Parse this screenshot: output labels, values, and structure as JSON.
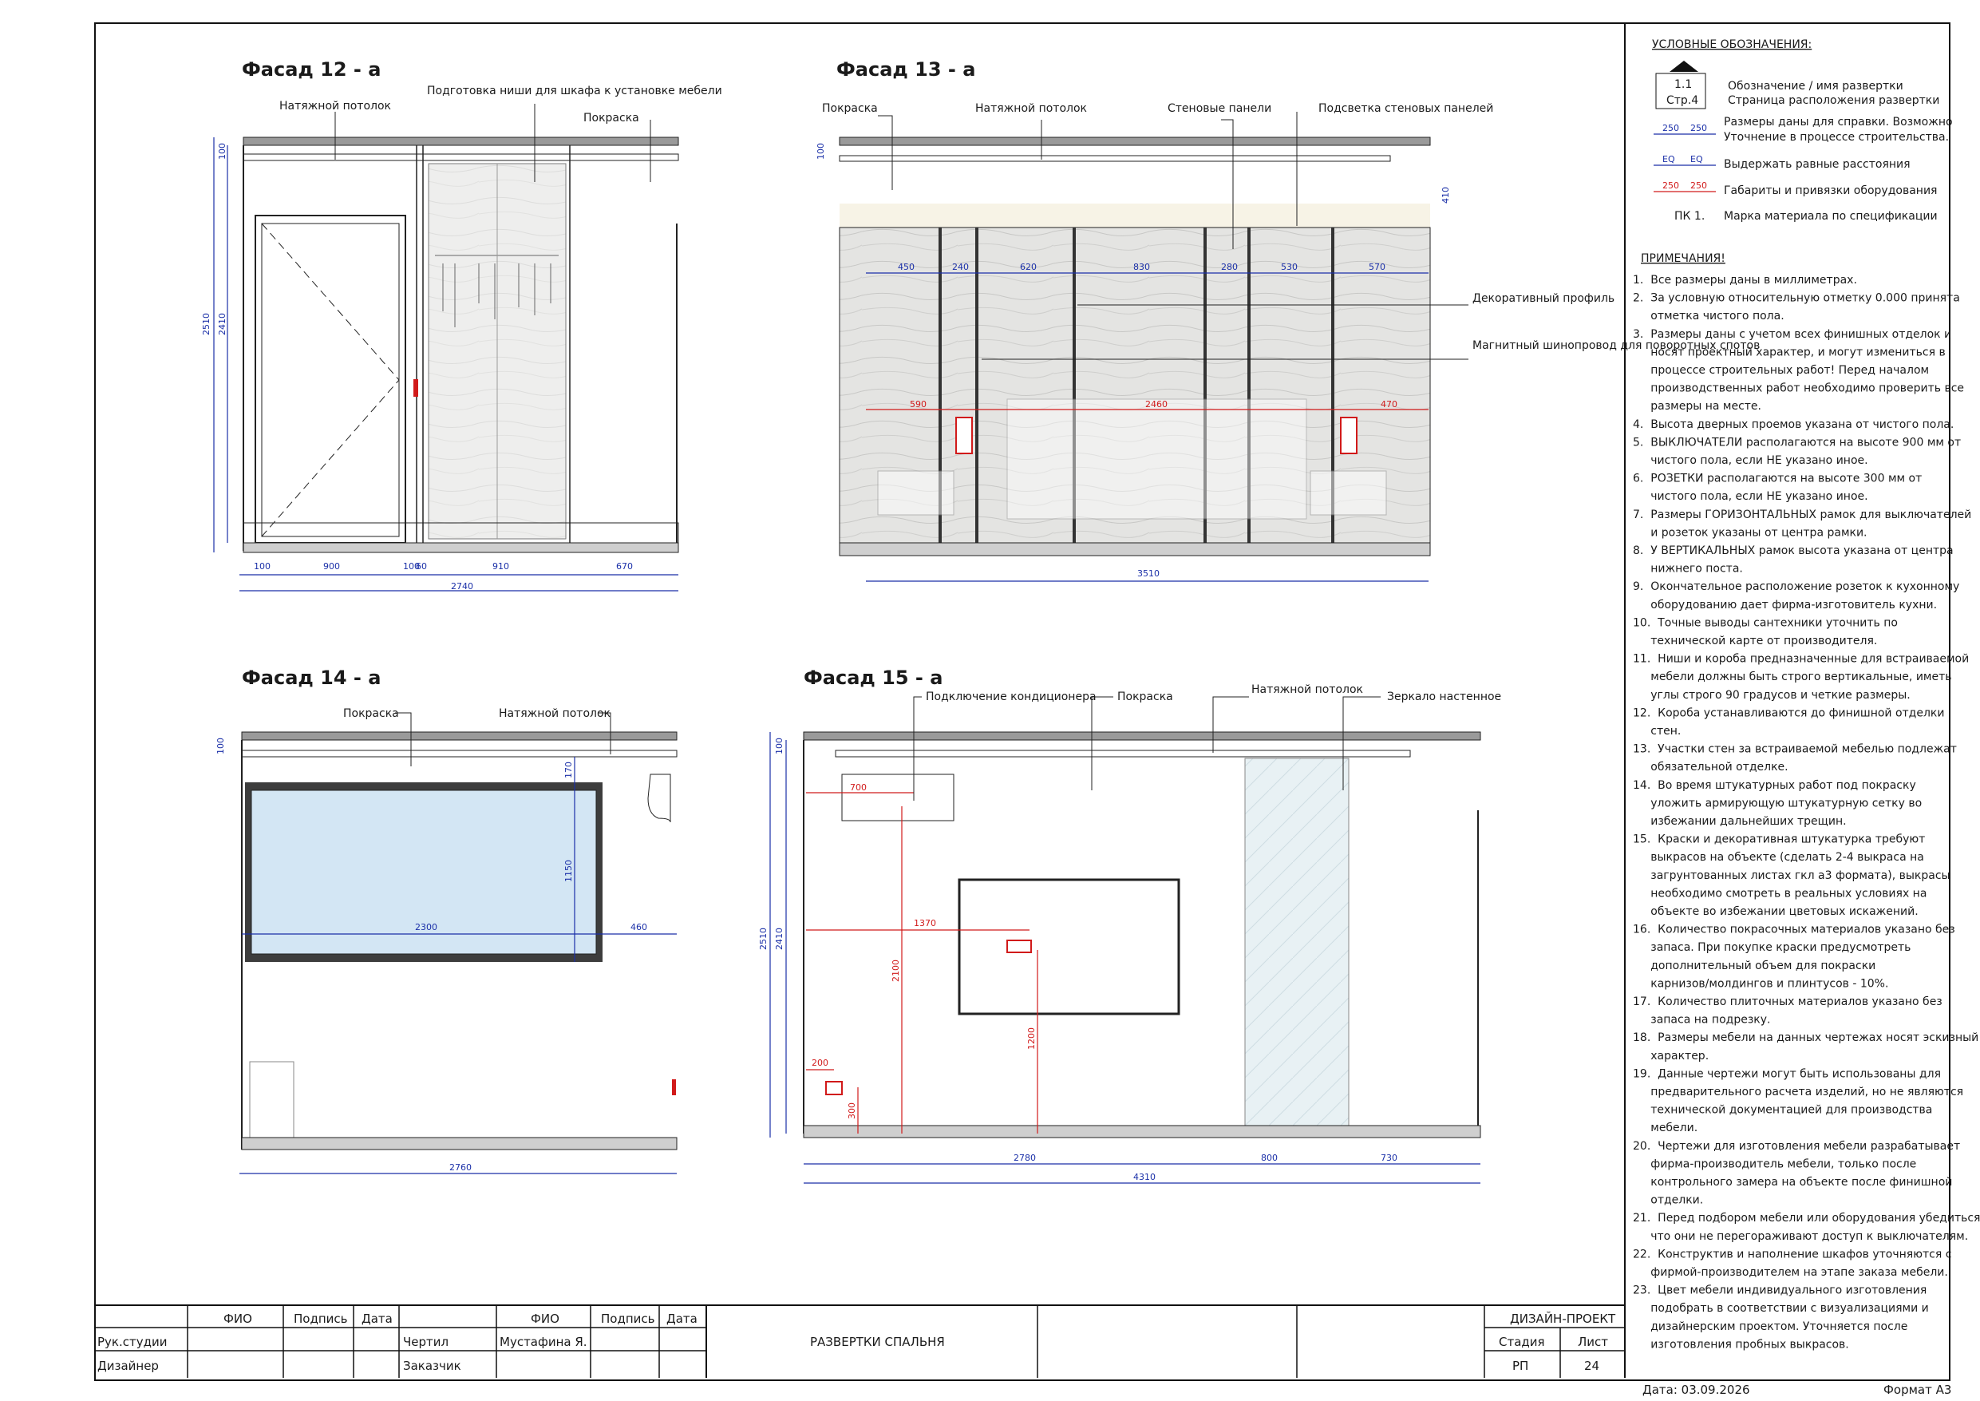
{
  "facade_titles": {
    "f12": "Фасад 12 - а",
    "f13": "Фасад 13 - а",
    "f14": "Фасад 14 - а",
    "f15": "Фасад 15 - а"
  },
  "callouts": {
    "f12": [
      "Натяжной потолок",
      "Подготовка ниши для шкафа к установке мебели",
      "Покраска"
    ],
    "f13": [
      "Покраска",
      "Натяжной потолок",
      "Стеновые панели",
      "Подсветка стеновых панелей",
      "Декоративный профиль",
      "Магнитный шинопровод для поворотных спотов"
    ],
    "f14": [
      "Покраска",
      "Натяжной потолок"
    ],
    "f15": [
      "Подключение кондиционера",
      "Покраска",
      "Натяжной потолок",
      "Зеркало настенное"
    ]
  },
  "dims": {
    "f12": {
      "bottom": [
        "100",
        "900",
        "100",
        "60",
        "910",
        "670"
      ],
      "total": "2740",
      "left_outer": "2510",
      "left_inner": "2410",
      "top": "100"
    },
    "f13": {
      "blue": [
        "450",
        "240",
        "620",
        "830",
        "280",
        "530",
        "570"
      ],
      "red": [
        "590",
        "2460",
        "470"
      ],
      "total": "3510",
      "top_left": "100",
      "right": "410"
    },
    "f14": {
      "width": "2300",
      "side": "460",
      "height": "1150",
      "top": "170",
      "ceiling": "100",
      "total": "2760"
    },
    "f15": {
      "left_outer": "2510",
      "left_inner": "2410",
      "top": "100",
      "ac": "700",
      "tv_offset": "1370",
      "tv_h1": "2100",
      "tv_h2": "1200",
      "socket_w": "200",
      "socket_h": "300",
      "bottom": [
        "2780",
        "800",
        "730"
      ],
      "total": "4310"
    }
  },
  "legend": {
    "title": "УСЛОВНЫЕ ОБОЗНАЧЕНИЯ:",
    "marker_top": "1.1",
    "marker_bottom": "Стр.4",
    "items": [
      "Обозначение / имя развертки",
      "Страница расположения развертки",
      "Размеры даны для справки. Возможно",
      "Уточнение в процессе строительства.",
      "Выдержать равные расстояния",
      "Габариты и привязки оборудования",
      "Марка материала по спецификации"
    ],
    "sample_dims": [
      "250",
      "250",
      "EQ",
      "EQ",
      "250",
      "250"
    ],
    "mark": "ПК 1."
  },
  "notes": {
    "title": "ПРИМЕЧАНИЯ!",
    "lines": [
      {
        "t": "1.  Все размеры даны в миллиметрах.",
        "c": "#1a1a1a"
      },
      {
        "t": "2.  За условную относительную отметку 0.000 принята",
        "c": "#1a1a1a"
      },
      {
        "t": "     отметка чистого пола.",
        "c": "#1a1a1a"
      },
      {
        "t": "3.  Размеры даны с учетом всех финишных отделок и",
        "c": "#1a1a1a"
      },
      {
        "t": "     носят проектный характер, и могут измениться в",
        "c": "#1a1a1a"
      },
      {
        "t": "     процессе строительных работ! Перед началом",
        "c": "#1a1a1a"
      },
      {
        "t": "     производственных работ необходимо проверить все",
        "c": "#1a1a1a"
      },
      {
        "t": "     размеры на месте.",
        "c": "#1a1a1a"
      },
      {
        "t": "4.  Высота дверных проемов указана от чистого пола.",
        "c": "#1a1a1a"
      },
      {
        "t": "5.  ВЫКЛЮЧАТЕЛИ располагаются на высоте 900 мм от",
        "c": "#cc1010"
      },
      {
        "t": "     чистого пола, если НЕ указано иное.",
        "c": "#cc1010"
      },
      {
        "t": "6.  РОЗЕТКИ располагаются на высоте 300 мм от",
        "c": "#cc1010"
      },
      {
        "t": "     чистого пола, если НЕ указано иное.",
        "c": "#cc1010"
      },
      {
        "t": "7.  Размеры ГОРИЗОНТАЛЬНЫХ рамок для выключателей",
        "c": "#cc1010"
      },
      {
        "t": "     и розеток указаны от центра рамки.",
        "c": "#cc1010"
      },
      {
        "t": "8.  У ВЕРТИКАЛЬНЫХ рамок высота указана от центра",
        "c": "#cc1010"
      },
      {
        "t": "     нижнего поста.",
        "c": "#cc1010"
      },
      {
        "t": "9.  Окончательное расположение розеток к кухонному",
        "c": "#1a2fa8"
      },
      {
        "t": "     оборудованию дает фирма-изготовитель кухни.",
        "c": "#1a2fa8"
      },
      {
        "t": "10.  Точные выводы сантехники уточнить по",
        "c": "#1a2fa8"
      },
      {
        "t": "     технической карте от производителя.",
        "c": "#1a2fa8"
      },
      {
        "t": "11.  Ниши и короба предназначенные для встраиваемой",
        "c": "#1a1a1a"
      },
      {
        "t": "     мебели должны быть строго вертикальные, иметь",
        "c": "#1a1a1a"
      },
      {
        "t": "     углы строго 90 градусов и четкие размеры.",
        "c": "#1a1a1a"
      },
      {
        "t": "12.  Короба устанавливаются до финишной отделки",
        "c": "#1a1a1a"
      },
      {
        "t": "     стен.",
        "c": "#1a1a1a"
      },
      {
        "t": "13.  Участки стен за встраиваемой мебелью подлежат",
        "c": "#1a1a1a"
      },
      {
        "t": "     обязательной отделке.",
        "c": "#1a1a1a"
      },
      {
        "t": "14.  Во время штукатурных работ под покраску",
        "c": "#cc1010"
      },
      {
        "t": "     уложить армирующую штукатурную сетку во",
        "c": "#cc1010"
      },
      {
        "t": "     избежании дальнейших трещин.",
        "c": "#cc1010"
      },
      {
        "t": "15.  Краски и декоративная штукатурка требуют",
        "c": "#1a1a1a"
      },
      {
        "t": "     выкрасов на объекте (сделать 2-4 выкраса на",
        "c": "#1a1a1a"
      },
      {
        "t": "     загрунтованных листах гкл а3 формата), выкрасы",
        "c": "#1a1a1a"
      },
      {
        "t": "     необходимо смотреть в реальных условиях на",
        "c": "#1a1a1a"
      },
      {
        "t": "     объекте во избежании цветовых искажений.",
        "c": "#1a1a1a"
      },
      {
        "t": "16.  Количество покрасочных материалов указано без",
        "c": "#1a1a1a"
      },
      {
        "t": "     запаса. При покупке краски предусмотреть",
        "c": "#1a1a1a"
      },
      {
        "t": "     дополнительный объем для покраски",
        "c": "#1a1a1a"
      },
      {
        "t": "     карнизов/молдингов и плинтусов - 10%.",
        "c": "#1a1a1a"
      },
      {
        "t": "17.  Количество плиточных материалов указано без",
        "c": "#1a1a1a"
      },
      {
        "t": "     запаса на подрезку.",
        "c": "#1a1a1a"
      },
      {
        "t": "18.  Размеры мебели на данных чертежах носят эскизный",
        "c": "#1a1a1a"
      },
      {
        "t": "     характер.",
        "c": "#1a1a1a"
      },
      {
        "t": "19.  Данные чертежи могут быть использованы для",
        "c": "#1a1a1a"
      },
      {
        "t": "     предварительного расчета изделий, но не являются",
        "c": "#1a1a1a"
      },
      {
        "t": "     технической документацией для производства",
        "c": "#1a1a1a"
      },
      {
        "t": "     мебели.",
        "c": "#1a1a1a"
      },
      {
        "t": "20.  Чертежи для изготовления мебели разрабатывает",
        "c": "#1a1a1a"
      },
      {
        "t": "     фирма-производитель мебели, только после",
        "c": "#1a1a1a"
      },
      {
        "t": "     контрольного замера на объекте после финишной",
        "c": "#1a1a1a"
      },
      {
        "t": "     отделки.",
        "c": "#1a1a1a"
      },
      {
        "t": "21.  Перед подбором мебели или оборудования убедиться,",
        "c": "#1a1a1a"
      },
      {
        "t": "     что они не перегораживают доступ к выключателям.",
        "c": "#1a1a1a"
      },
      {
        "t": "22.  Конструктив и наполнение шкафов уточняются с",
        "c": "#1a1a1a"
      },
      {
        "t": "     фирмой-производителем на этапе заказа мебели.",
        "c": "#1a1a1a"
      },
      {
        "t": "23.  Цвет мебели индивидуального изготовления",
        "c": "#1a1a1a"
      },
      {
        "t": "     подобрать в соответствии с визуализациями и",
        "c": "#1a1a1a"
      },
      {
        "t": "     дизайнерским проектом. Уточняется после",
        "c": "#1a1a1a"
      },
      {
        "t": "     изготовления пробных выкрасов.",
        "c": "#1a1a1a"
      }
    ]
  },
  "title_block": {
    "h_fio": "ФИО",
    "h_sign": "Подпись",
    "h_date": "Дата",
    "role1": "Рук.студии",
    "role2": "Дизайнер",
    "role3": "Чертил",
    "role4": "Заказчик",
    "drafter": "Мустафина Я.",
    "sheet_title": "РАЗВЕРТКИ СПАЛЬНЯ",
    "project": "ДИЗАЙН-ПРОЕКТ",
    "stage_h": "Стадия",
    "sheet_h": "Лист",
    "stage": "РП",
    "sheet": "24"
  },
  "footer": {
    "date": "Дата: 03.09.2026",
    "format": "Формат А3"
  }
}
